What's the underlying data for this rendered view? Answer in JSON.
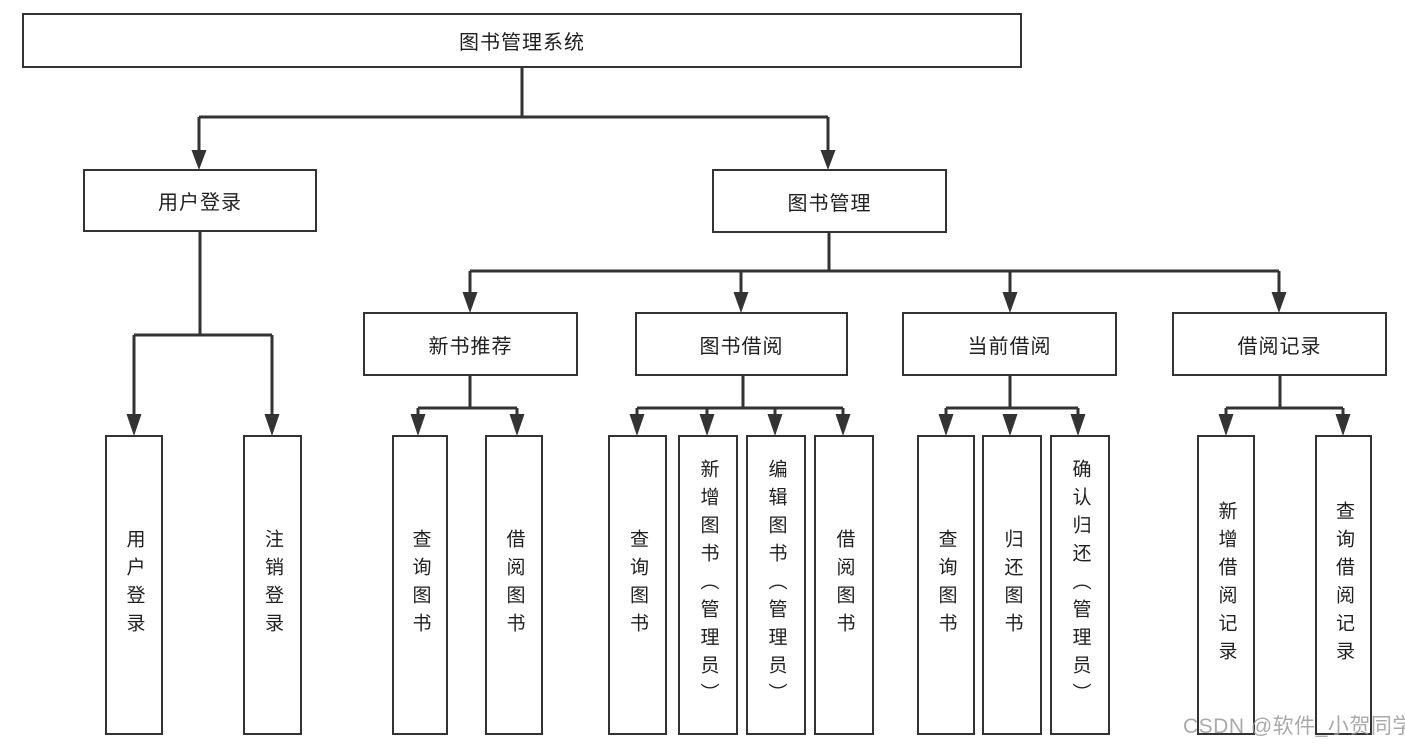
{
  "diagram": {
    "root": {
      "label": "图书管理系统"
    },
    "branches": {
      "user_login": {
        "label": "用户登录",
        "children": {
          "login": {
            "label": "用户登录"
          },
          "logout": {
            "label": "注销登录"
          }
        }
      },
      "book_mgmt": {
        "label": "图书管理",
        "children": {
          "new_book_rec": {
            "label": "新书推荐",
            "children": {
              "query": {
                "label": "查询图书"
              },
              "borrow": {
                "label": "借阅图书"
              }
            }
          },
          "book_borrow": {
            "label": "图书借阅",
            "children": {
              "query": {
                "label": "查询图书"
              },
              "add": {
                "label": "新增图书（管理员）"
              },
              "edit": {
                "label": "编辑图书（管理员）"
              },
              "borrow": {
                "label": "借阅图书"
              }
            }
          },
          "current_borrow": {
            "label": "当前借阅",
            "children": {
              "query": {
                "label": "查询图书"
              },
              "return": {
                "label": "归还图书"
              },
              "confirm": {
                "label": "确认归还（管理员）"
              }
            }
          },
          "borrow_records": {
            "label": "借阅记录",
            "children": {
              "add": {
                "label": "新增借阅记录"
              },
              "query": {
                "label": "查询借阅记录"
              }
            }
          }
        }
      }
    }
  },
  "colors": {
    "line": "#333333",
    "box_border": "#333333",
    "text": "#1f1f1f",
    "watermark": "#9b9b9b",
    "background": "#ffffff"
  },
  "watermark": {
    "text": "CSDN @软件_小贺同学"
  }
}
